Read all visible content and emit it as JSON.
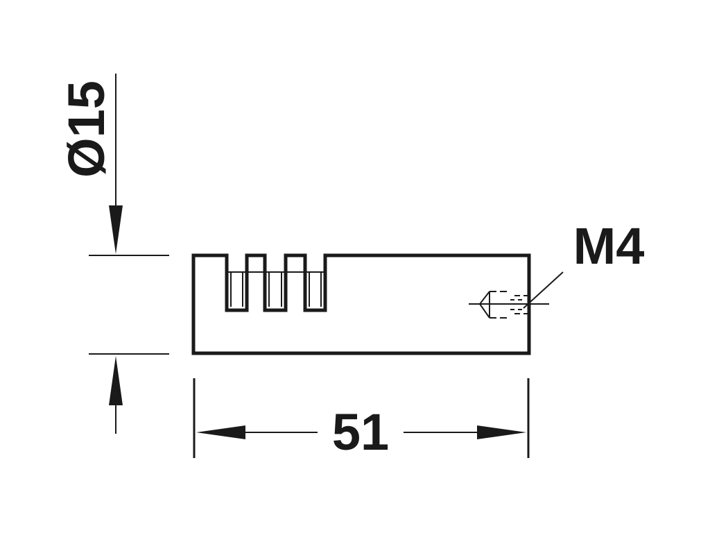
{
  "drawing": {
    "diameter_label": "Ø15",
    "length_label": "51",
    "thread_label": "M4",
    "line_color": "#1a1a1a",
    "background_color": "#ffffff"
  }
}
